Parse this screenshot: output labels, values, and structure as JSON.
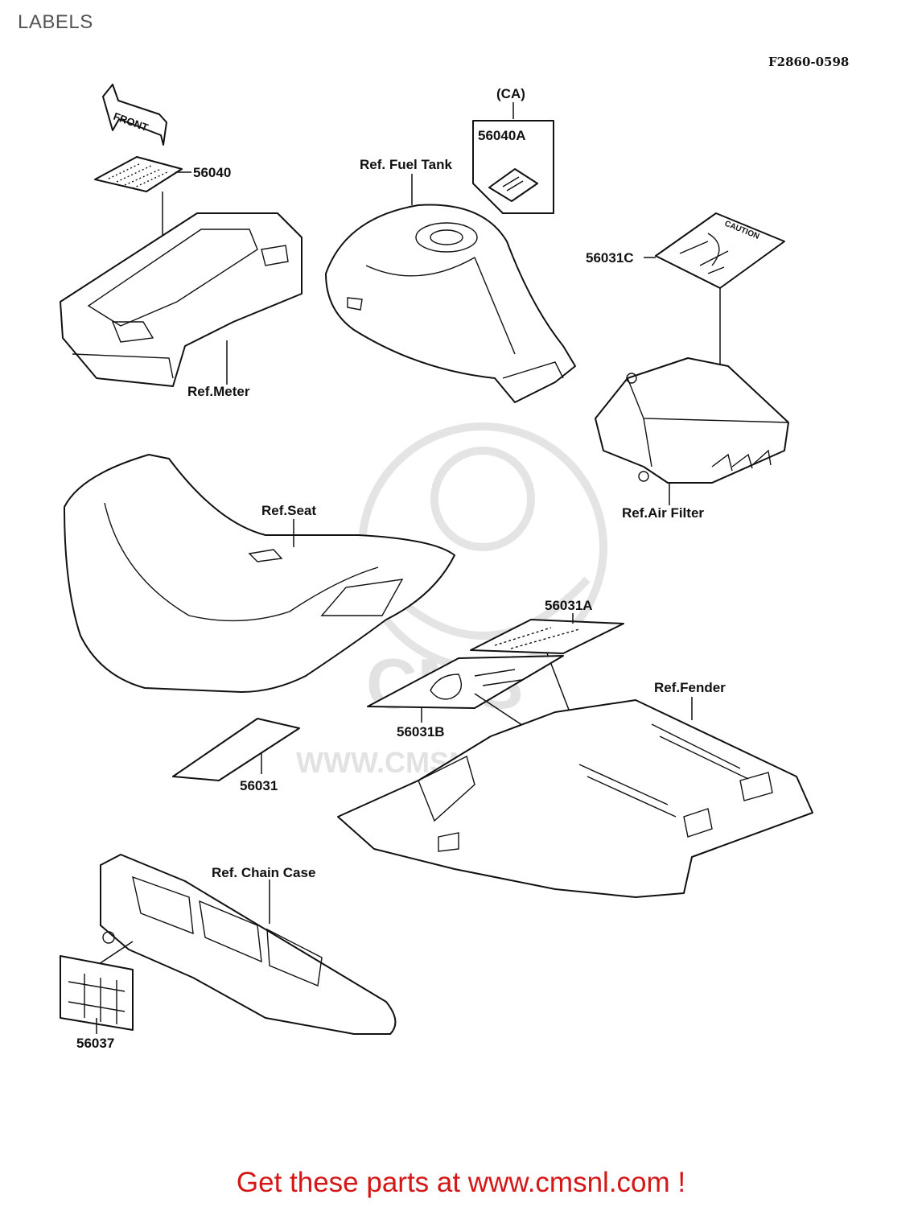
{
  "page": {
    "title": "LABELS",
    "drawing_number": "F2860-0598"
  },
  "callouts": {
    "front_decal": "FRONT",
    "p56040": "56040",
    "ca_marker": "(CA)",
    "p56040a": "56040A",
    "fuel_tank": "Ref. Fuel Tank",
    "p56031c": "56031C",
    "caution_text": "CAUTION",
    "meter": "Ref.Meter",
    "air_filter": "Ref.Air Filter",
    "seat": "Ref.Seat",
    "p56031a": "56031A",
    "fender": "Ref.Fender",
    "p56031b": "56031B",
    "p56031": "56031",
    "chain_case": "Ref. Chain Case",
    "p56037": "56037"
  },
  "watermark": {
    "text": "CMS",
    "url": "WWW.CMSNL.COM"
  },
  "footer": {
    "text": "Get these parts at www.cmsnl.com !"
  },
  "colors": {
    "footer_text": "#d41616",
    "title_text": "#555555",
    "watermark": "#e2e2e2",
    "line_art": "#111111"
  }
}
